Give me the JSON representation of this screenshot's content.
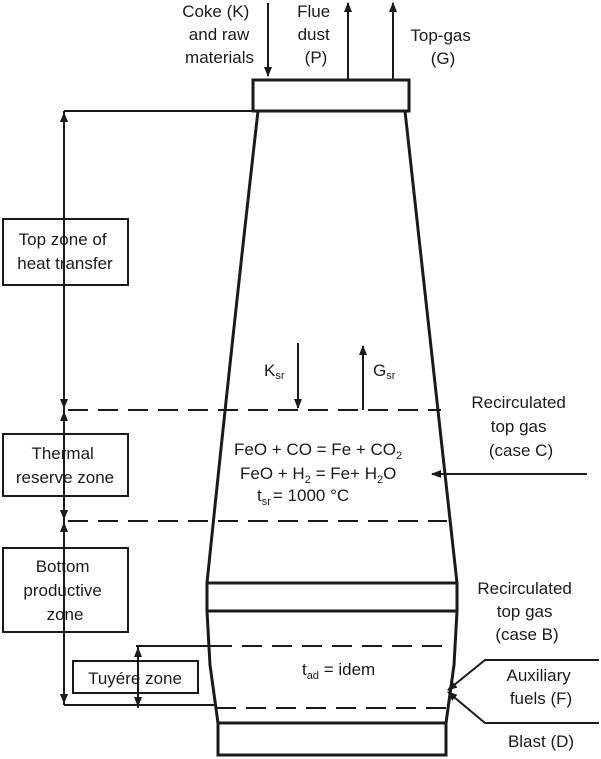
{
  "inputs": {
    "coke": [
      "Coke (K)",
      "and raw",
      "materials"
    ],
    "flue_dust": [
      "Flue",
      "dust",
      "(P)"
    ],
    "top_gas": [
      "Top-gas",
      "(G)"
    ]
  },
  "zones": {
    "top_heat_transfer": [
      "Top zone of",
      "heat transfer"
    ],
    "thermal_reserve": [
      "Thermal",
      "reserve zone"
    ],
    "bottom_productive": [
      "Bottom",
      "productive",
      "zone"
    ],
    "tuyere": "Tuyére zone"
  },
  "flows": {
    "k_sr": "K",
    "k_sr_sub": "sr",
    "g_sr": "G",
    "g_sr_sub": "sr"
  },
  "reactions": {
    "r1_main": "FeO + CO = Fe + CO",
    "r1_sub": "2",
    "r2_a": "FeO + H",
    "r2_sub": "2",
    "r2_b": " = Fe+ H",
    "r2_sub2": "2",
    "r2_c": "O",
    "t_sym": "t",
    "t_sub": "sr",
    "t_val": "= 1000 °C",
    "tad_sym": "t",
    "tad_sub": "ad",
    "tad_val": " = idem"
  },
  "side_inputs": {
    "recirc_c": [
      "Recirculated",
      "top gas",
      "(case C)"
    ],
    "recirc_b": [
      "Recirculated",
      "top gas",
      "(case B)"
    ],
    "aux": [
      "Auxiliary",
      "fuels (F)"
    ],
    "blast": "Blast (D)"
  }
}
